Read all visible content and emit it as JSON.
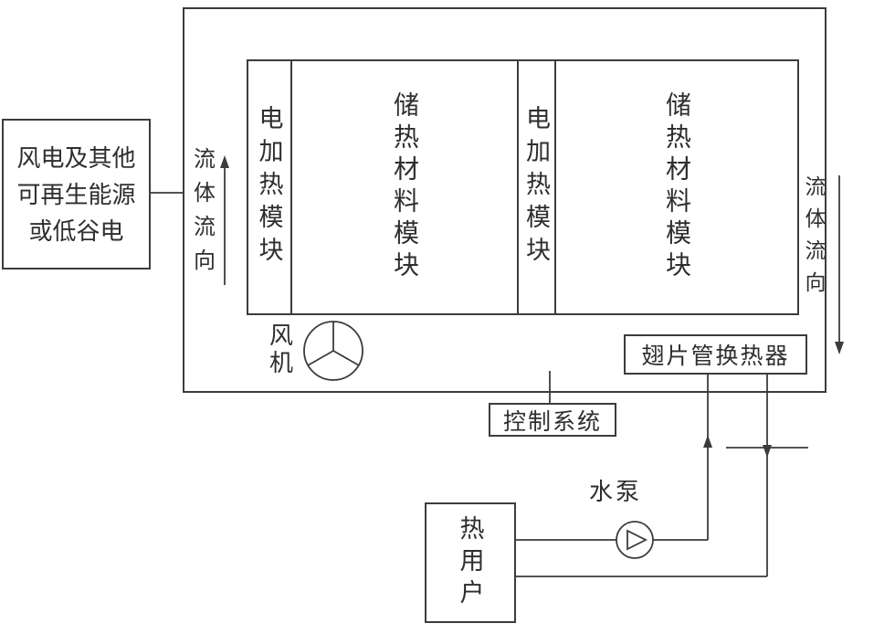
{
  "source_box": {
    "lines": [
      "风电及其他",
      "可再生能源",
      "或低谷电"
    ]
  },
  "flow": {
    "left_label": "流体流向",
    "right_label": "流体流向"
  },
  "modules": {
    "heater1": "电加热模块",
    "storage1": "储热材料模块",
    "heater2": "电加热模块",
    "storage2": "储热材料模块"
  },
  "fan": {
    "label": "风机"
  },
  "heat_exchanger": {
    "label": "翅片管换热器"
  },
  "control_system": {
    "label": "控制系统"
  },
  "pump": {
    "label": "水泵"
  },
  "heat_user": {
    "label": "热用户"
  },
  "icons": {
    "fan": "fan-blade-circle",
    "pump": "pump-circle-triangle",
    "left_arrow": "up-flow-arrow",
    "right_arrow": "down-flow-arrow"
  },
  "colors": {
    "line": "#3c3c3c",
    "background": "#ffffff",
    "text": "#2e2e2e"
  }
}
